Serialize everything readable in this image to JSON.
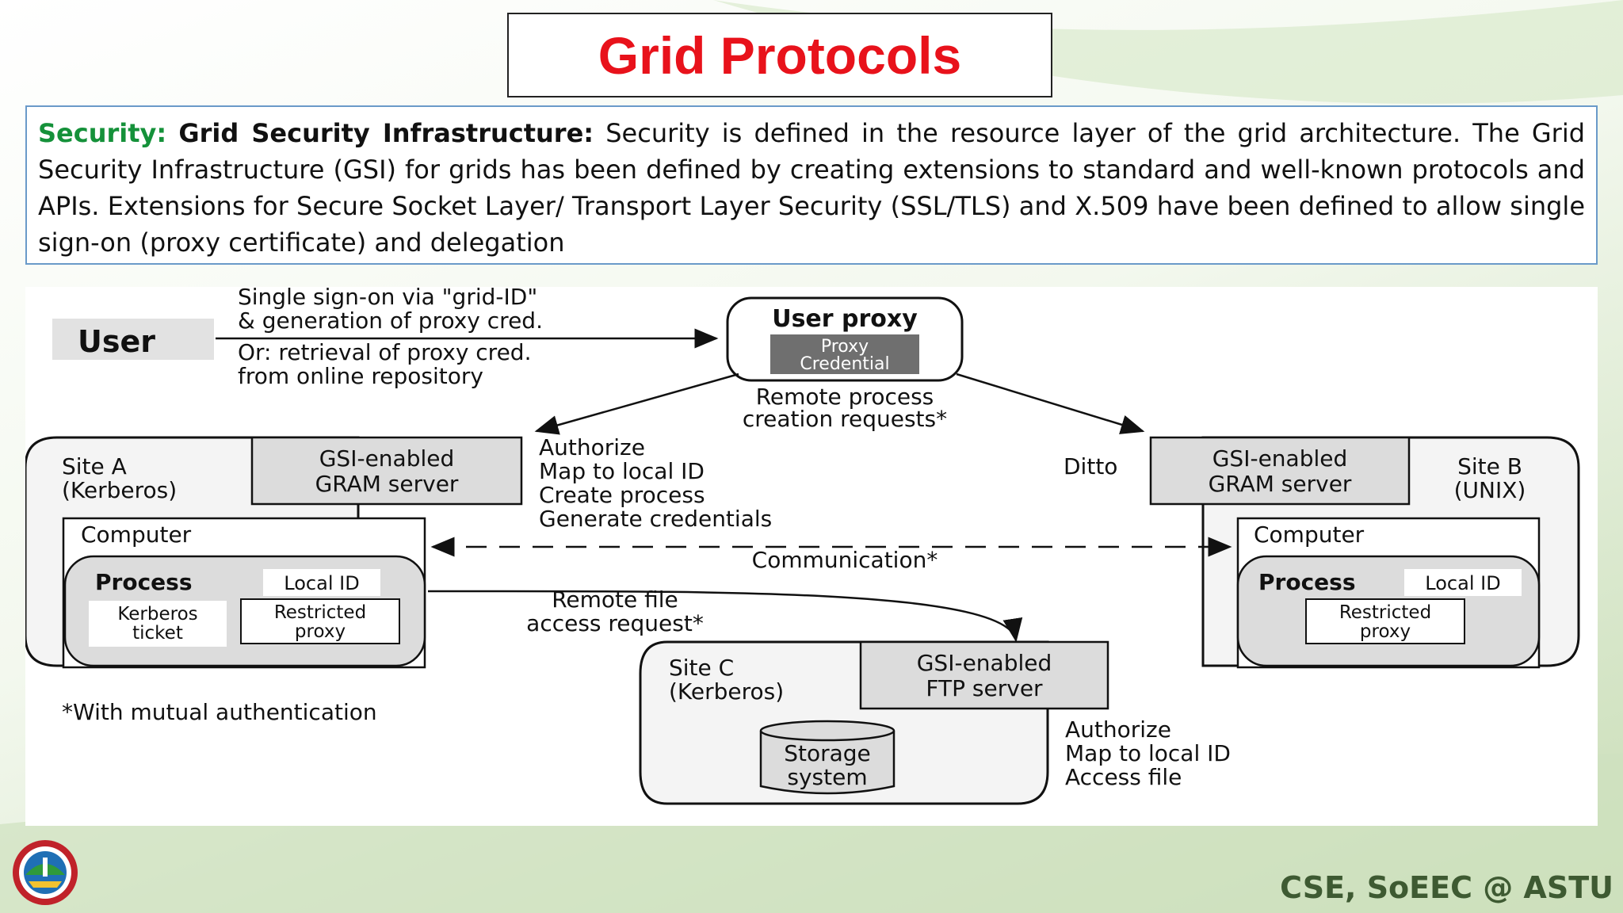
{
  "slide": {
    "title": "Grid Protocols",
    "description": {
      "lead": "Security:",
      "term": "Grid Security Infrastructure:",
      "body": "Security is defined in the resource layer of the grid architecture. The Grid Security Infrastructure (GSI) for grids has been defined by creating extensions to standard and well-known protocols and APIs. Extensions for Secure Socket Layer/ Transport Layer Security (SSL/TLS) and X.509 have been defined to allow single sign-on (proxy certificate) and delegation"
    },
    "footer": "CSE, SoEEC @ ASTU"
  },
  "diagram": {
    "user": "User",
    "user_note": [
      "Single sign-on via \"grid-ID\"",
      "& generation of proxy cred.",
      "Or: retrieval of proxy cred.",
      "from online repository"
    ],
    "user_proxy": {
      "title": "User proxy",
      "credential": [
        "Proxy",
        "Credential"
      ]
    },
    "remote_process": [
      "Remote process",
      "creation requests*"
    ],
    "site_a": {
      "name": [
        "Site A",
        "(Kerberos)"
      ],
      "server": [
        "GSI-enabled",
        "GRAM server"
      ],
      "computer": "Computer",
      "process": "Process",
      "local_id": "Local ID",
      "ticket": [
        "Kerberos",
        "ticket"
      ],
      "proxy": [
        "Restricted",
        "proxy"
      ]
    },
    "site_a_steps": [
      "Authorize",
      "Map to local ID",
      "Create process",
      "Generate credentials"
    ],
    "ditto": "Ditto",
    "site_b": {
      "name": [
        "Site B",
        "(UNIX)"
      ],
      "server": [
        "GSI-enabled",
        "GRAM server"
      ],
      "computer": "Computer",
      "process": "Process",
      "local_id": "Local ID",
      "proxy": [
        "Restricted",
        "proxy"
      ]
    },
    "communication": "Communication*",
    "remote_file": [
      "Remote file",
      "access request*"
    ],
    "site_c": {
      "name": [
        "Site C",
        "(Kerberos)"
      ],
      "server": [
        "GSI-enabled",
        "FTP server"
      ],
      "storage": [
        "Storage",
        "system"
      ]
    },
    "site_c_steps": [
      "Authorize",
      "Map to local ID",
      "Access file"
    ],
    "footnote": "*With mutual authentication"
  }
}
